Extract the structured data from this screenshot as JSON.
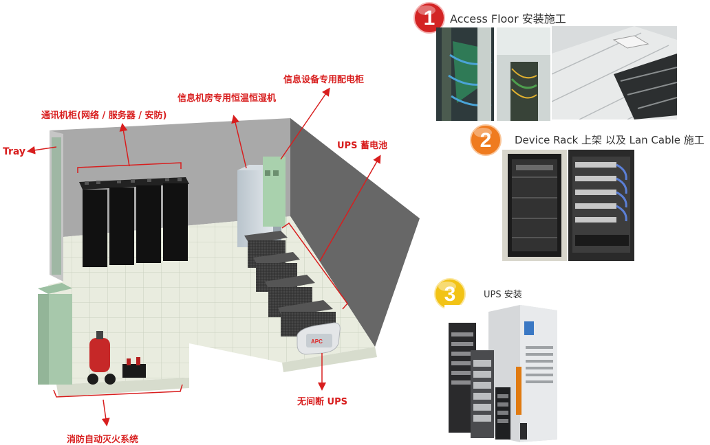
{
  "room_labels": {
    "tray": "Tray",
    "comm_cabinet": "通讯机柜(网络 / 服务器 / 安防)",
    "ac_unit": "信息机房专用恒温恒湿机",
    "power_cabinet": "信息设备专用配电柜",
    "ups_battery": "UPS 蓄电池",
    "online_ups": "无间断 UPS",
    "fire_system": "消防自动灭火系统"
  },
  "steps": [
    {
      "number": "1",
      "title": "Access Floor 安装施工"
    },
    {
      "number": "2",
      "title": "Device Rack 上架 以及 Lan Cable 施工"
    },
    {
      "number": "3",
      "title": "UPS 安装"
    }
  ],
  "product_marks": {
    "apc": "APC"
  },
  "colors": {
    "label_red": "#d81e1e",
    "badge1": "#d32424",
    "badge2": "#ef7b1f",
    "badge3": "#f2c316"
  }
}
